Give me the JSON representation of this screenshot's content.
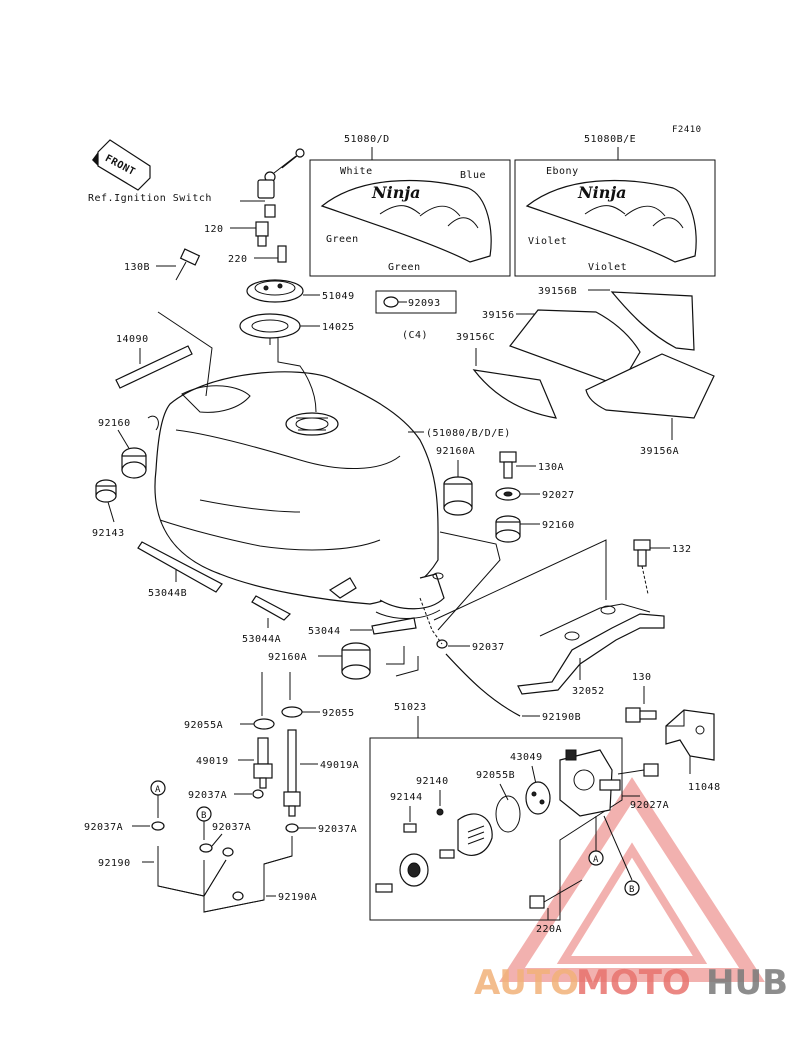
{
  "diagram_code": "F2410",
  "front_label": "FRONT",
  "ref_text": "Ref.Ignition Switch",
  "panels": {
    "left": {
      "part": "51080/D",
      "colors": [
        "White",
        "Blue",
        "Green",
        "Green"
      ],
      "logo": "Ninja"
    },
    "right": {
      "part": "51080B/E",
      "colors": [
        "Ebony",
        "Violet",
        "Violet"
      ],
      "logo": "Ninja"
    }
  },
  "labels": {
    "p120": "120",
    "p220": "220",
    "p130B": "130B",
    "p51049": "51049",
    "p14025": "14025",
    "p92093": "92093",
    "c4": "(C4)",
    "p14090": "14090",
    "p92160_l": "92160",
    "p92143": "92143",
    "p51080bde": "(51080/B/D/E)",
    "p39156B": "39156B",
    "p39156": "39156",
    "p39156C": "39156C",
    "p39156A": "39156A",
    "p92160A_t": "92160A",
    "p130A": "130A",
    "p92027": "92027",
    "p92160_r": "92160",
    "p132": "132",
    "p53044B": "53044B",
    "p53044A": "53044A",
    "p53044": "53044",
    "p92037": "92037",
    "p92160A_b": "92160A",
    "p32052": "32052",
    "p130": "130",
    "p92055A": "92055A",
    "p92055": "92055",
    "p51023": "51023",
    "p92190B": "92190B",
    "p49019": "49019",
    "p49019A": "49019A",
    "p92037A_1": "92037A",
    "p92037A_2": "92037A",
    "p92037A_3": "92037A",
    "p92037A_4": "92037A",
    "p92190": "92190",
    "p92190A": "92190A",
    "p92140": "92140",
    "p92144": "92144",
    "p92055B": "92055B",
    "p43049": "43049",
    "p11048": "11048",
    "p92027A": "92027A",
    "p220A": "220A"
  },
  "markers": {
    "A": "A",
    "B": "B"
  },
  "watermark": {
    "part1": "AUTO",
    "part2": "MOTO",
    "part3": "HUB",
    "color1": "#f2b27a",
    "color2": "#e8736e",
    "color3": "#7a7a7a"
  }
}
